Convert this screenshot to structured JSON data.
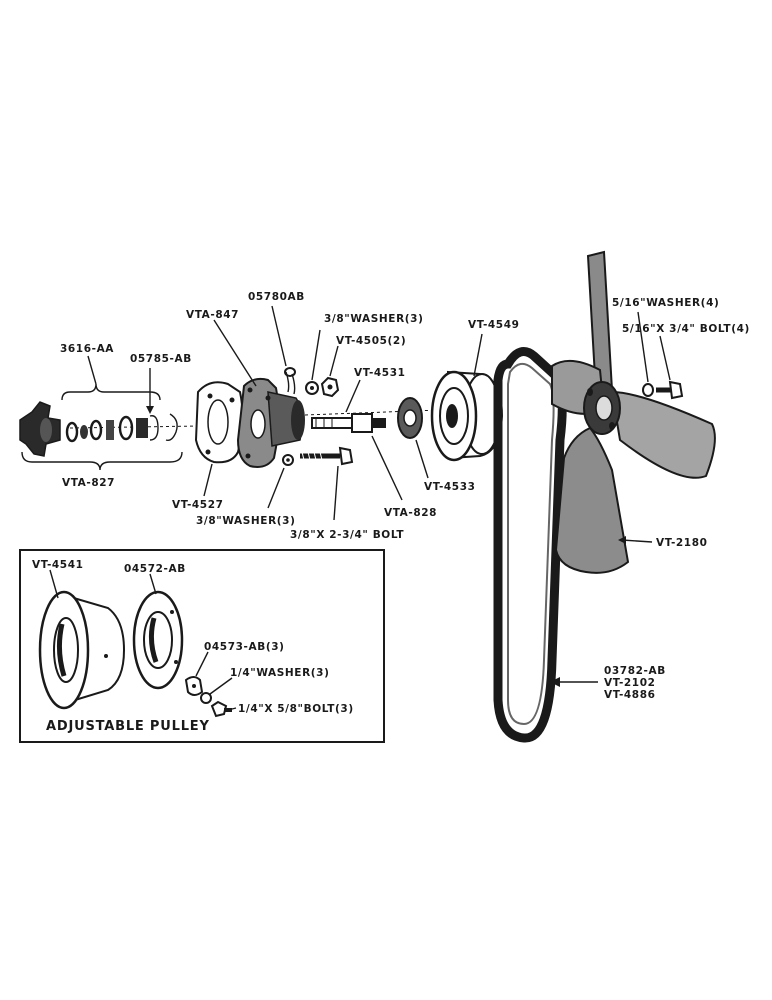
{
  "labels": {
    "hub_assembly_parts": "3616-AA",
    "retaining_ring": "05785-AB",
    "hub_assembly": "VTA-827",
    "support_bracket": "VTA-847",
    "cotter_pin": "05780AB",
    "washer_upper": "3/8\"WASHER(3)",
    "nut": "VT-4505(2)",
    "shaft": "VT-4531",
    "gasket": "VT-4527",
    "washer_lower": "3/8\"WASHER(3)",
    "bolt_long": "3/8\"X 2-3/4\" BOLT",
    "shaft_assembly": "VTA-828",
    "pulley": "VT-4549",
    "spacer": "VT-4533",
    "fan_washer": "5/16\"WASHER(4)",
    "fan_bolt": "5/16\"X 3/4\" BOLT(4)",
    "fan": "VT-2180",
    "belt_part_1": "03782-AB",
    "belt_part_2": "VT-2102",
    "belt_part_3": "VT-4886"
  },
  "inset": {
    "title": "ADJUSTABLE PULLEY",
    "pulley_half_a": "VT-4541",
    "pulley_half_b": "04572-AB",
    "clip": "04573-AB(3)",
    "washer": "1/4\"WASHER(3)",
    "bolt": "1/4\"X 5/8\"BOLT(3)"
  }
}
